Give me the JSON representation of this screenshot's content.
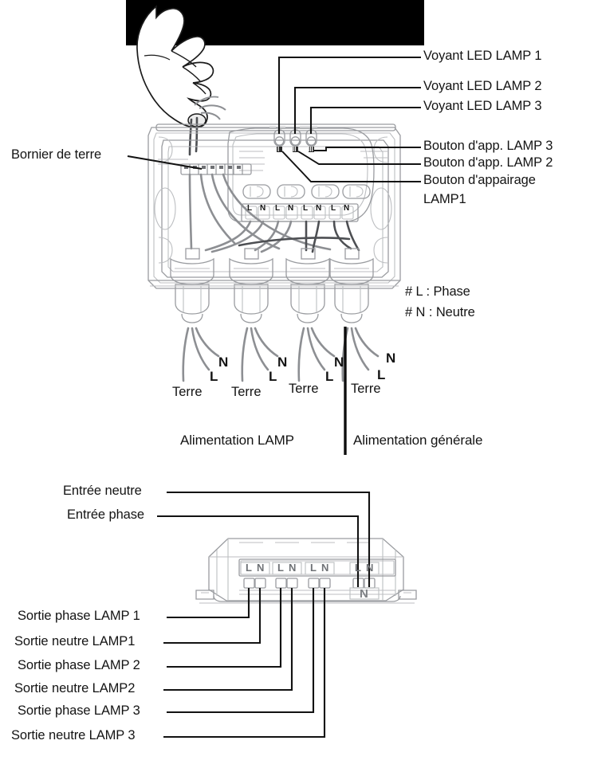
{
  "document": {
    "type": "wiring-diagram",
    "language": "fr",
    "title": "Schema de raccordement recepteur 3 lampes"
  },
  "top_diagram": {
    "name": "vue-interieure-boitier",
    "labels_right": [
      {
        "id": "voyant-led-lamp-1",
        "text": "Voyant LED LAMP 1"
      },
      {
        "id": "voyant-led-lamp-2",
        "text": "Voyant LED LAMP 2"
      },
      {
        "id": "voyant-led-lamp-3",
        "text": "Voyant LED LAMP 3"
      },
      {
        "id": "bouton-app-lamp-3",
        "text": "Bouton d'app. LAMP 3"
      },
      {
        "id": "bouton-app-lamp-2",
        "text": "Bouton d'app. LAMP 2"
      },
      {
        "id": "bouton-appairage-lamp-1",
        "text": "Bouton d'appairage"
      },
      {
        "id": "bouton-appairage-lamp-1-line2",
        "text": "LAMP1"
      }
    ],
    "labels_left": [
      {
        "id": "bornier-de-terre",
        "text": "Bornier de terre"
      }
    ],
    "legend": [
      {
        "id": "legend-phase",
        "text": "# L : Phase"
      },
      {
        "id": "legend-neutre",
        "text": "# N : Neutre"
      }
    ],
    "terminal_marks": [
      {
        "id": "terminal-l-1",
        "text": "L"
      },
      {
        "id": "terminal-n-1",
        "text": "N"
      },
      {
        "id": "terminal-l-2",
        "text": "L"
      },
      {
        "id": "terminal-n-2",
        "text": "N"
      },
      {
        "id": "terminal-l-3",
        "text": "L"
      },
      {
        "id": "terminal-n-3",
        "text": "N"
      },
      {
        "id": "terminal-l-4",
        "text": "L"
      },
      {
        "id": "terminal-n-4",
        "text": "N"
      }
    ],
    "button_marks": [
      {
        "id": "button-mark-1",
        "text": "I"
      },
      {
        "id": "button-mark-2",
        "text": "II"
      },
      {
        "id": "button-mark-3",
        "text": "III"
      }
    ],
    "cable_groups": [
      {
        "id": "cable-1",
        "n": "N",
        "l": "L",
        "terre": "Terre"
      },
      {
        "id": "cable-2",
        "n": "N",
        "l": "L",
        "terre": "Terre"
      },
      {
        "id": "cable-3",
        "n": "N",
        "l": "L",
        "terre": "Terre"
      },
      {
        "id": "cable-4",
        "n": "N",
        "l": "L",
        "terre": "Terre"
      }
    ],
    "captions": [
      {
        "id": "alimentation-lamp",
        "text": "Alimentation LAMP"
      },
      {
        "id": "alimentation-generale",
        "text": "Alimentation générale"
      }
    ]
  },
  "bottom_diagram": {
    "name": "vue-bornier-recepteur",
    "labels_top": [
      {
        "id": "entree-neutre",
        "text": "Entrée neutre"
      },
      {
        "id": "entree-phase",
        "text": "Entrée phase"
      }
    ],
    "labels_bottom": [
      {
        "id": "sortie-phase-lamp-1",
        "text": "Sortie phase LAMP 1"
      },
      {
        "id": "sortie-neutre-lamp-1",
        "text": "Sortie neutre LAMP1"
      },
      {
        "id": "sortie-phase-lamp-2",
        "text": "Sortie phase LAMP 2"
      },
      {
        "id": "sortie-neutre-lamp-2",
        "text": "Sortie neutre LAMP2"
      },
      {
        "id": "sortie-phase-lamp-3",
        "text": "Sortie phase LAMP 3"
      },
      {
        "id": "sortie-neutre-lamp-3",
        "text": "Sortie neutre LAMP 3"
      }
    ],
    "terminal_marks": [
      {
        "id": "b-terminal-l-1",
        "text": "L"
      },
      {
        "id": "b-terminal-n-1",
        "text": "N"
      },
      {
        "id": "b-terminal-l-2",
        "text": "L"
      },
      {
        "id": "b-terminal-n-2",
        "text": "N"
      },
      {
        "id": "b-terminal-l-3",
        "text": "L"
      },
      {
        "id": "b-terminal-n-3",
        "text": "N"
      },
      {
        "id": "b-terminal-l-4",
        "text": "L"
      },
      {
        "id": "b-terminal-n-4",
        "text": "N"
      }
    ],
    "lower_marks": [
      {
        "id": "b-lower-n",
        "text": "N"
      }
    ]
  },
  "colors": {
    "ink": "#141414",
    "line_dark": "#1a1a1a",
    "outline_gray": "#9a9ca0",
    "outline_light": "#c3c5c8",
    "wire_gray": "#8a8c90",
    "wire_dark": "#4a4c50",
    "black_block": "#000000",
    "background": "#ffffff"
  }
}
